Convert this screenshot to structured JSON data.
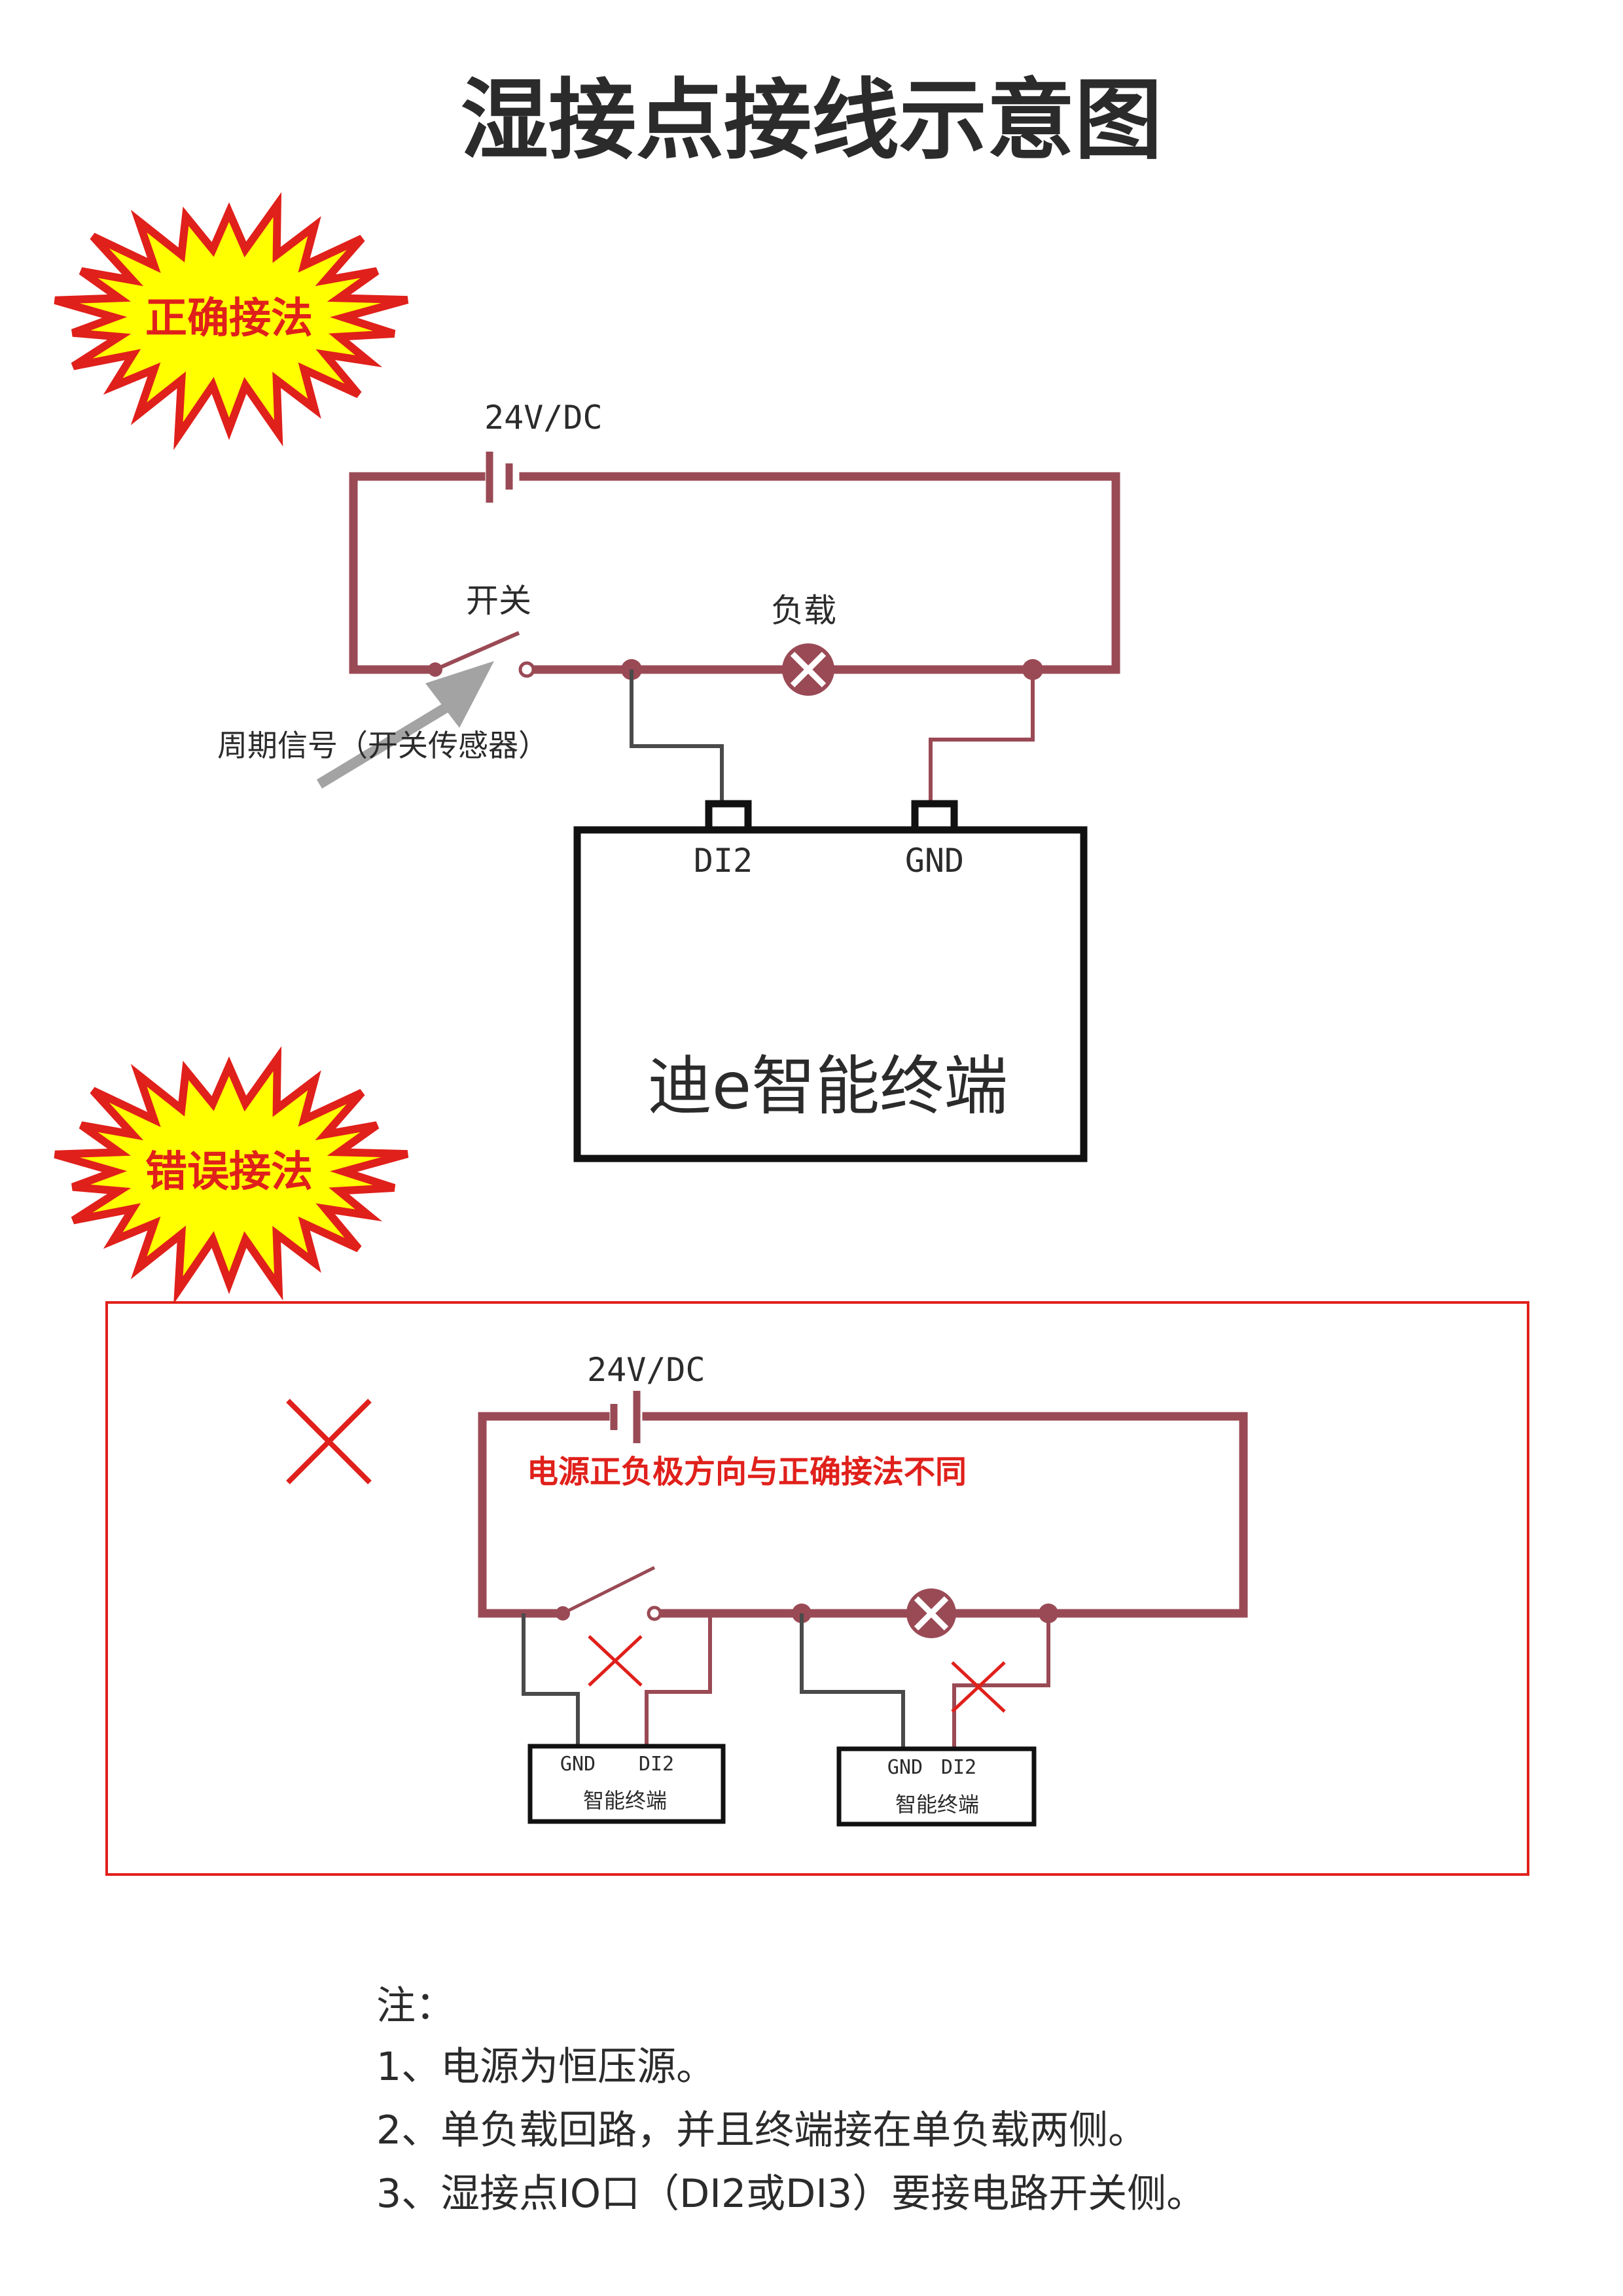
{
  "title": "湿接点接线示意图",
  "badges": {
    "correct": "正确接法",
    "wrong": "错误接法"
  },
  "correct_diagram": {
    "power_label": "24V/DC",
    "switch_label": "开关",
    "load_label": "负载",
    "signal_label": "周期信号（开关传感器）",
    "terminal_di": "DI2",
    "terminal_gnd": "GND",
    "device_label": "迪e智能终端"
  },
  "wrong_diagram": {
    "power_label": "24V/DC",
    "warning_text": "电源正负极方向与正确接法不同",
    "left_device": {
      "gnd": "GND",
      "di": "DI2",
      "label": "智能终端"
    },
    "right_device": {
      "gnd": "GND",
      "di": "DI2",
      "label": "智能终端"
    }
  },
  "notes": {
    "heading": "注：",
    "items": [
      "1、电源为恒压源。",
      "2、单负载回路，并且终端接在单负载两侧。",
      "3、湿接点IO口（DI2或DI3）要接电路开关侧。"
    ]
  },
  "colors": {
    "wire": "#9a4a55",
    "badge_fill": "#ffff00",
    "badge_stroke": "#e0201b",
    "error": "#e0201b"
  }
}
